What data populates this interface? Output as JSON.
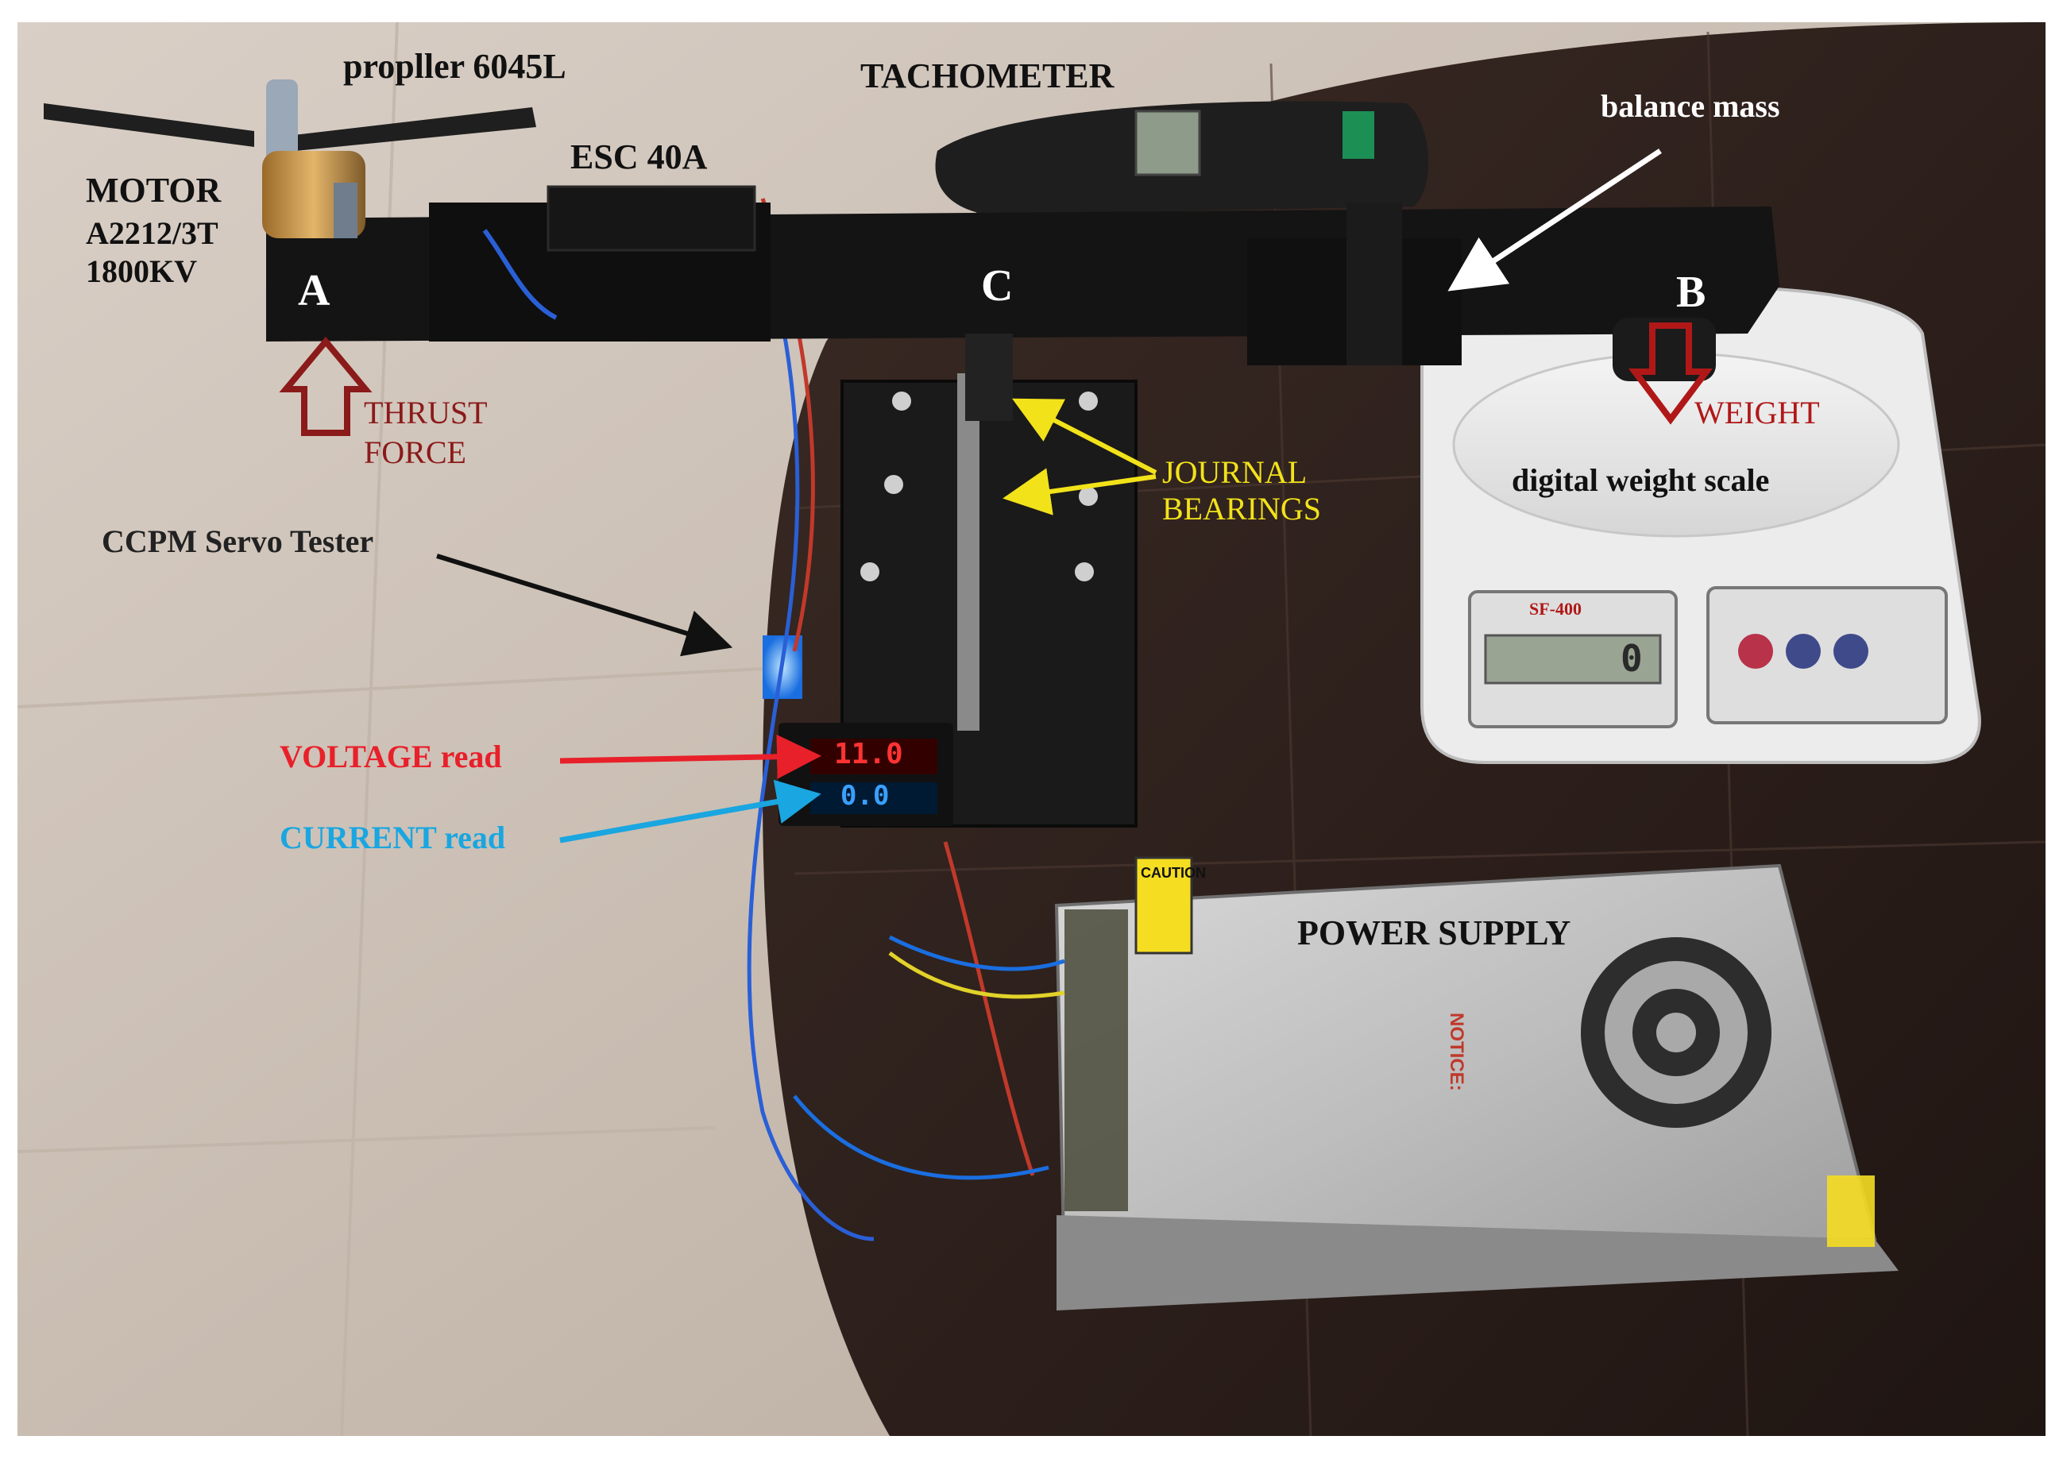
{
  "labels": {
    "propeller": "propller 6045L",
    "tachometer": "TACHOMETER",
    "balance_mass": "balance mass",
    "motor_line1": "MOTOR",
    "motor_line2": "A2212/3T",
    "motor_line3": "1800KV",
    "esc": "ESC 40A",
    "point_a": "A",
    "point_b": "B",
    "point_c": "C",
    "thrust_line1": "THRUST",
    "thrust_line2": "FORCE",
    "weight": "WEIGHT",
    "journal_line1": "JOURNAL",
    "journal_line2": "BEARINGS",
    "scale": "digital weight scale",
    "servo_tester": "CCPM Servo Tester",
    "voltage": "VOLTAGE read",
    "current": "CURRENT read",
    "power_supply": "POWER SUPPLY",
    "scale_model": "SF-400",
    "scale_display": "0",
    "voltage_display": "11.0",
    "current_display": "0.0",
    "caution": "CAUTION",
    "notice": "NOTICE:"
  },
  "colors": {
    "thrust_arrow": "#8b1a1a",
    "weight_arrow": "#b01818",
    "journal_arrow": "#f2e21a",
    "voltage": "#e8202a",
    "current": "#1aa6e0",
    "annotation_black": "#111111",
    "annotation_white": "#ffffff"
  }
}
